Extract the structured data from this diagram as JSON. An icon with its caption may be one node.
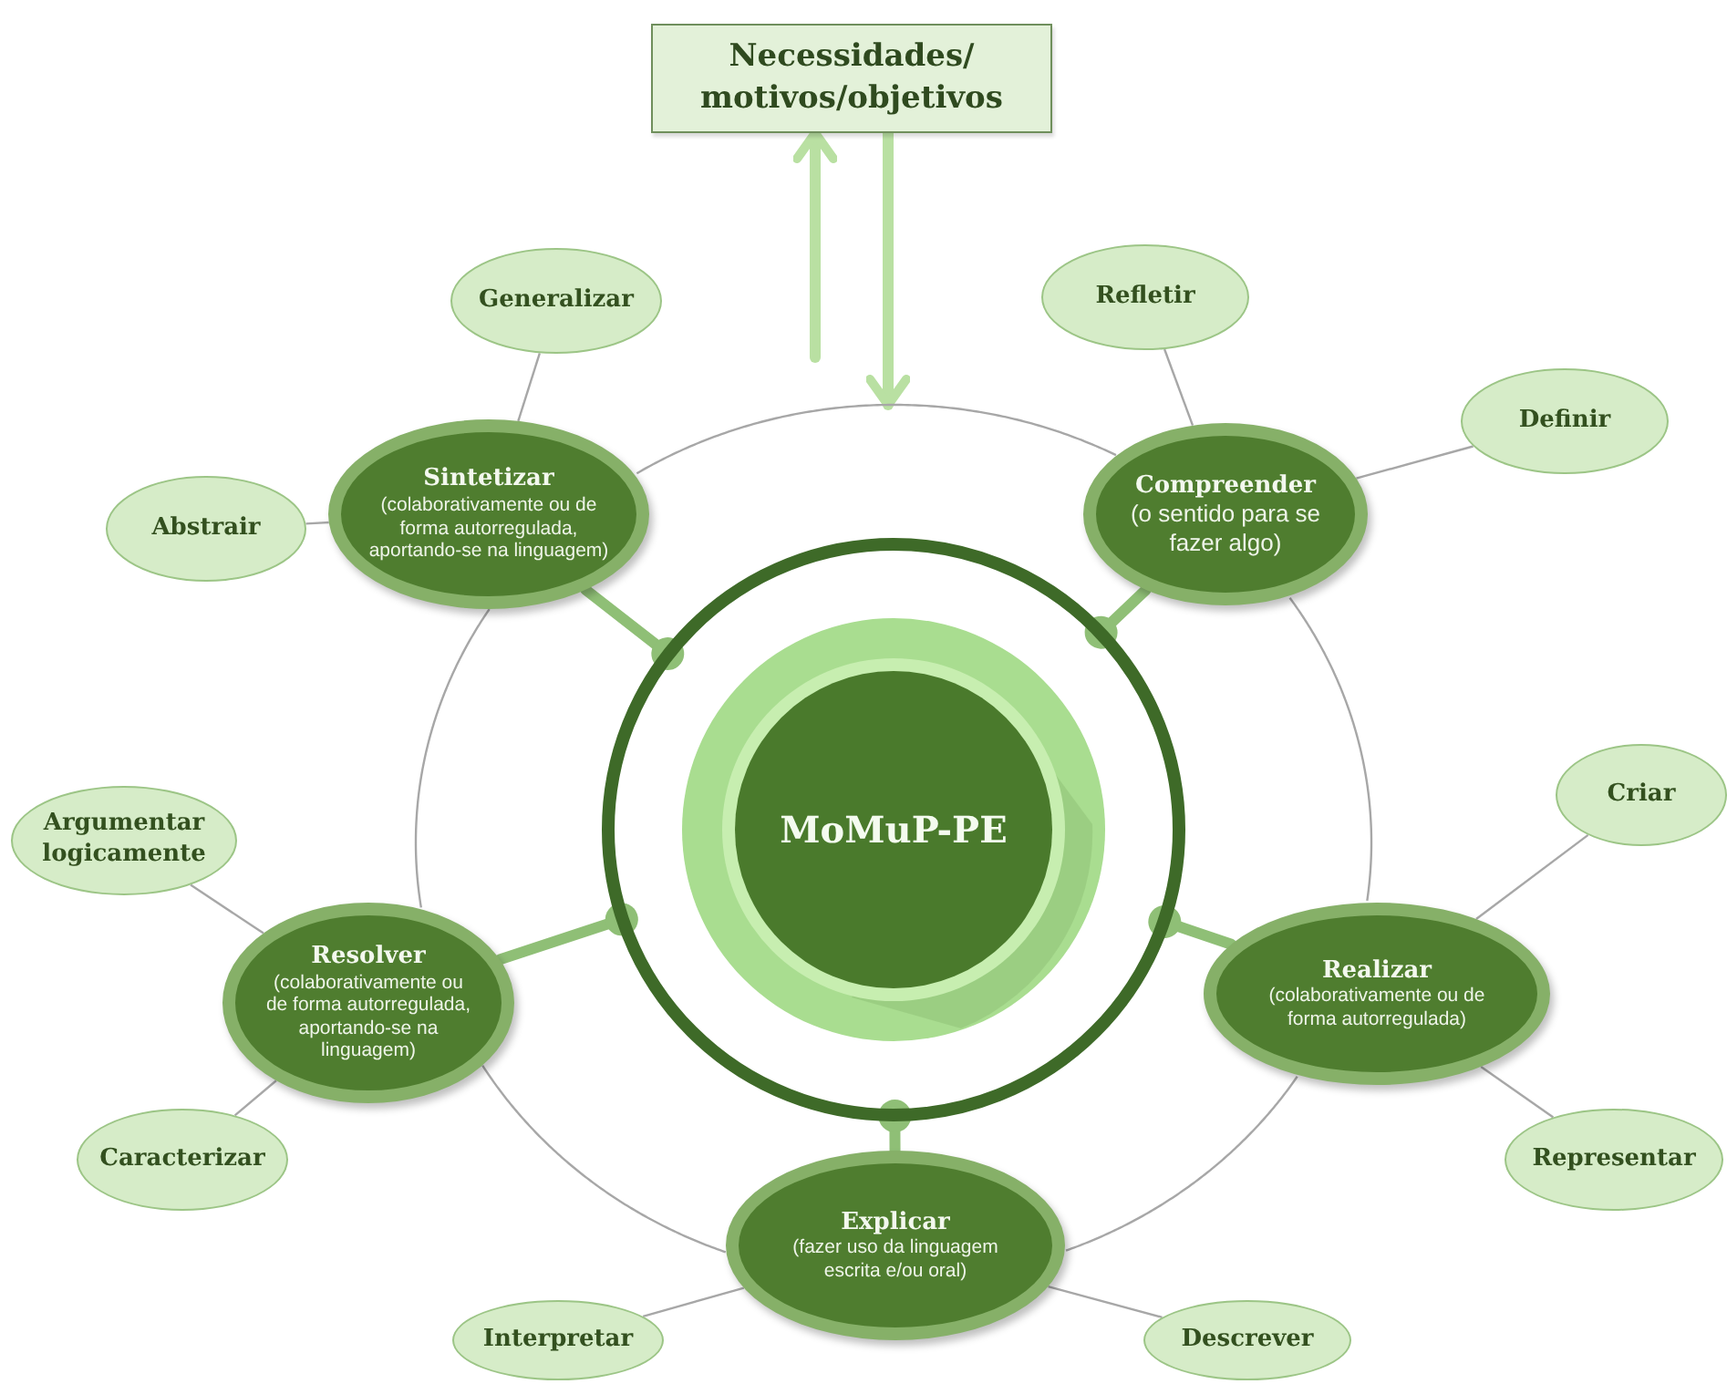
{
  "diagram": {
    "nodes": [
      {
        "text": [
          "Necessidades/ motivos/objetivos"
        ]
      },
      {
        "text": [
          "MoMuP-PE"
        ]
      },
      {
        "text": [
          "Sintetizar",
          "(colaborativamente ou de forma autorregulada, aportando-se na linguagem)"
        ]
      },
      {
        "text": [
          "Compreender",
          "(o sentido para se fazer algo)"
        ]
      },
      {
        "text": [
          "Resolver",
          "(colaborativamente ou de forma autorregulada, aportando-se na linguagem)"
        ]
      },
      {
        "text": [
          "Realizar",
          "(colaborativamente ou de forma autorregulada)"
        ]
      },
      {
        "text": [
          "Explicar",
          "(fazer uso da linguagem escrita e/ou oral)"
        ]
      },
      {
        "text": [
          "Generalizar"
        ]
      },
      {
        "text": [
          "Abstrair"
        ]
      },
      {
        "text": [
          "Refletir"
        ]
      },
      {
        "text": [
          "Definir"
        ]
      },
      {
        "text": [
          "Argumentar logicamente"
        ]
      },
      {
        "text": [
          "Caracterizar"
        ]
      },
      {
        "text": [
          "Criar"
        ]
      },
      {
        "text": [
          "Representar"
        ]
      },
      {
        "text": [
          "Interpretar"
        ]
      },
      {
        "text": [
          "Descrever"
        ]
      }
    ],
    "edges": [
      {
        "from": null,
        "to": 0,
        "arrow": "to",
        "style": "thick",
        "color": "#b9e0a2"
      },
      {
        "from": 0,
        "to": null,
        "arrow": "to",
        "style": "thick",
        "color": "#b9e0a2"
      },
      {
        "from": 1,
        "to": 2,
        "arrow": "other",
        "style": "thick",
        "color": "#8fbf76"
      },
      {
        "from": 1,
        "to": 3,
        "arrow": "other",
        "style": "thick",
        "color": "#8fbf76"
      },
      {
        "from": 1,
        "to": 4,
        "arrow": "other",
        "style": "thick",
        "color": "#8fbf76"
      },
      {
        "from": 1,
        "to": 5,
        "arrow": "other",
        "style": "thick",
        "color": "#8fbf76"
      },
      {
        "from": 1,
        "to": 6,
        "arrow": "other",
        "style": "thick",
        "color": "#8fbf76"
      },
      {
        "from": 2,
        "to": 3,
        "arrow": "none"
      },
      {
        "from": 3,
        "to": 5,
        "arrow": "none"
      },
      {
        "from": 5,
        "to": 6,
        "arrow": "none"
      },
      {
        "from": 6,
        "to": 4,
        "arrow": "none"
      },
      {
        "from": 4,
        "to": 2,
        "arrow": "none"
      },
      {
        "from": 2,
        "to": 7,
        "arrow": "none"
      },
      {
        "from": 2,
        "to": 8,
        "arrow": "none"
      },
      {
        "from": 3,
        "to": 9,
        "arrow": "none"
      },
      {
        "from": 3,
        "to": 10,
        "arrow": "none"
      },
      {
        "from": 4,
        "to": 11,
        "arrow": "none"
      },
      {
        "from": 4,
        "to": 12,
        "arrow": "none"
      },
      {
        "from": 5,
        "to": 13,
        "arrow": "none"
      },
      {
        "from": 5,
        "to": 14,
        "arrow": "none"
      },
      {
        "from": 6,
        "to": 15,
        "arrow": "none"
      },
      {
        "from": 6,
        "to": 16,
        "arrow": "none"
      }
    ]
  }
}
